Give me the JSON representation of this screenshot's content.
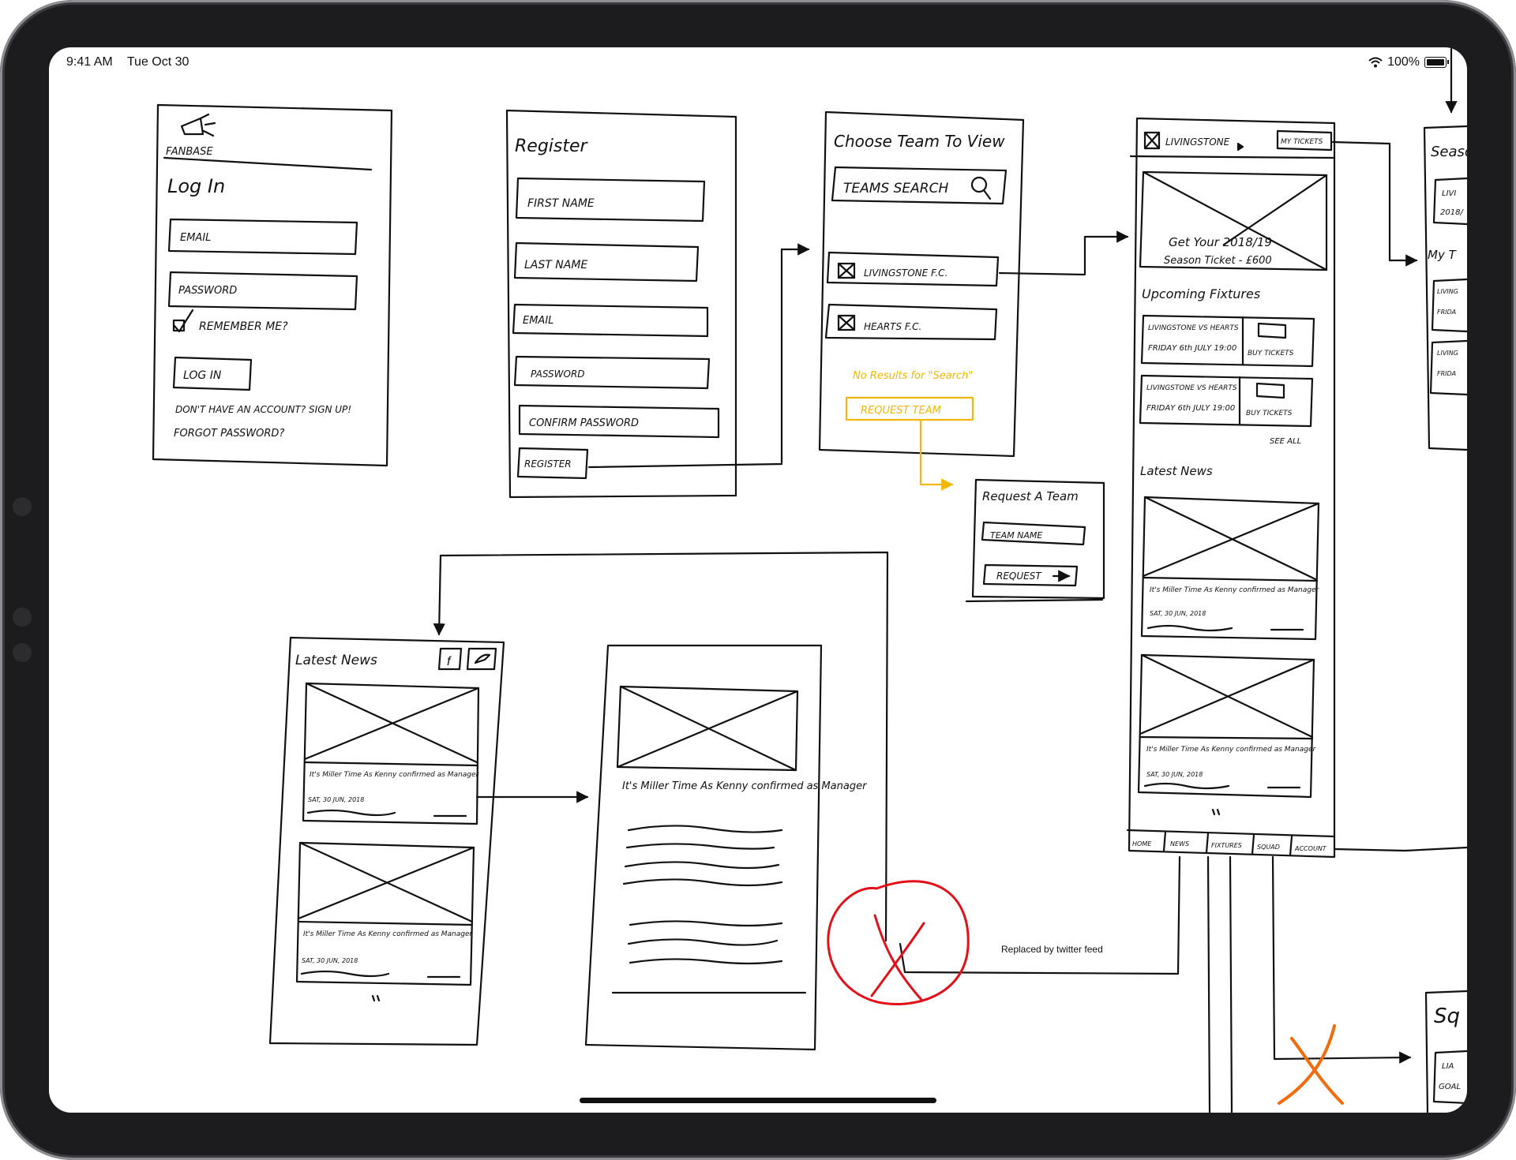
{
  "status_bar": {
    "time": "9:41 AM",
    "date": "Tue Oct 30",
    "battery": "100%"
  },
  "login": {
    "brand": "FANBASE",
    "title": "Log In",
    "email": "EMAIL",
    "password": "PASSWORD",
    "remember": "REMEMBER ME?",
    "login_button": "LOG IN",
    "signup": "DON'T HAVE AN ACCOUNT? SIGN UP!",
    "forgot": "FORGOT PASSWORD?"
  },
  "register": {
    "title": "Register",
    "first_name": "FIRST NAME",
    "last_name": "LAST NAME",
    "email": "EMAIL",
    "password": "PASSWORD",
    "confirm": "CONFIRM PASSWORD",
    "button": "REGISTER"
  },
  "choose_team": {
    "title": "Choose Team To View",
    "search": "TEAMS SEARCH",
    "team1": "LIVINGSTONE F.C.",
    "team2": "HEARTS F.C.",
    "no_results": "No Results for \"Search\"",
    "request_button": "REQUEST TEAM"
  },
  "request_team": {
    "title": "Request A Team",
    "team_name": "TEAM NAME",
    "button": "REQUEST"
  },
  "team_home": {
    "team": "LIVINGSTONE",
    "my_tickets": "MY TICKETS",
    "promo_line1": "Get Your 2018/19",
    "promo_line2": "Season Ticket - £600",
    "upcoming": "Upcoming Fixtures",
    "fixtures": [
      {
        "match": "LIVINGSTONE VS HEARTS",
        "date": "FRIDAY 6th JULY 19:00",
        "action": "BUY TICKETS"
      },
      {
        "match": "LIVINGSTONE VS HEARTS",
        "date": "FRIDAY 6th JULY 19:00",
        "action": "BUY TICKETS"
      }
    ],
    "see_all": "SEE ALL",
    "latest_news": "Latest News",
    "news": [
      {
        "headline": "It's Miller Time As Kenny confirmed as Manager",
        "date": "SAT, 30 JUN, 2018"
      },
      {
        "headline": "It's Miller Time As Kenny confirmed as Manager",
        "date": "SAT, 30 JUN, 2018"
      }
    ],
    "tabs": [
      "HOME",
      "NEWS",
      "FIXTURES",
      "SQUAD",
      "ACCOUNT"
    ]
  },
  "news_list": {
    "title": "Latest News",
    "facebook": "f",
    "items": [
      {
        "headline": "It's Miller Time As Kenny confirmed as Manager",
        "date": "SAT, 30 JUN, 2018"
      },
      {
        "headline": "It's Miller Time As Kenny confirmed as Manager",
        "date": "SAT, 30 JUN, 2018"
      }
    ]
  },
  "news_article": {
    "headline": "It's Miller Time As Kenny confirmed as Manager"
  },
  "annotation": {
    "replaced": "Replaced by twitter feed"
  },
  "season_partial": {
    "title": "Seaso",
    "row1": "LIVI",
    "row2": "2018/",
    "my": "My T",
    "item1a": "LIVING",
    "item1b": "FRIDA",
    "item2a": "LIVING",
    "item2b": "FRIDA"
  },
  "squad_partial": {
    "title": "Sq",
    "row1": "LIA",
    "row2": "GOAL"
  },
  "colors": {
    "ink": "#111111",
    "highlight": "#f2b705",
    "reject_red": "#e3101a",
    "reject_orange": "#f26c0d"
  }
}
